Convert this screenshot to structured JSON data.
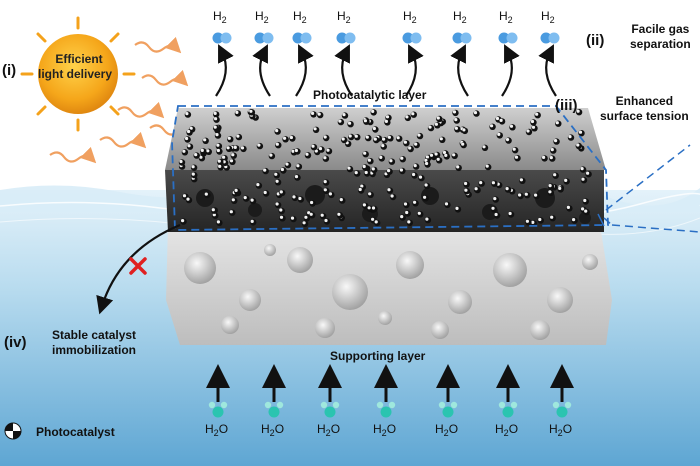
{
  "labels": {
    "i": {
      "roman": "(i)",
      "text": "Efficient light delivery",
      "line1": "Efficient",
      "line2": "light delivery"
    },
    "ii": {
      "roman": "(ii)",
      "line1": "Facile gas",
      "line2": "separation"
    },
    "iii": {
      "roman": "(iii)",
      "line1": "Enhanced",
      "line2": "surface tension"
    },
    "iv": {
      "roman": "(iv)",
      "line1": "Stable catalyst",
      "line2": "immobilization"
    },
    "photocatalytic_layer": "Photocatalytic layer",
    "supporting_layer": "Supporting layer",
    "legend_photocatalyst": "Photocatalyst"
  },
  "molecules": {
    "h2": {
      "base": "H",
      "sub": "2"
    },
    "h2o": {
      "base": "H",
      "sub": "2",
      "tail": "O"
    }
  },
  "colors": {
    "water_top": "#cfe7f4",
    "water_bottom": "#6fb0d8",
    "sun": "#f4a21b",
    "sun_rays": "#f0a060",
    "h2_blue": "#4a9be0",
    "h2o_teal": "#2bc4b0",
    "dashed": "#2a6fc4",
    "dark_layer": "#3a3a3a",
    "light_layer": "#cfcfcf",
    "cross": "#e02020"
  }
}
